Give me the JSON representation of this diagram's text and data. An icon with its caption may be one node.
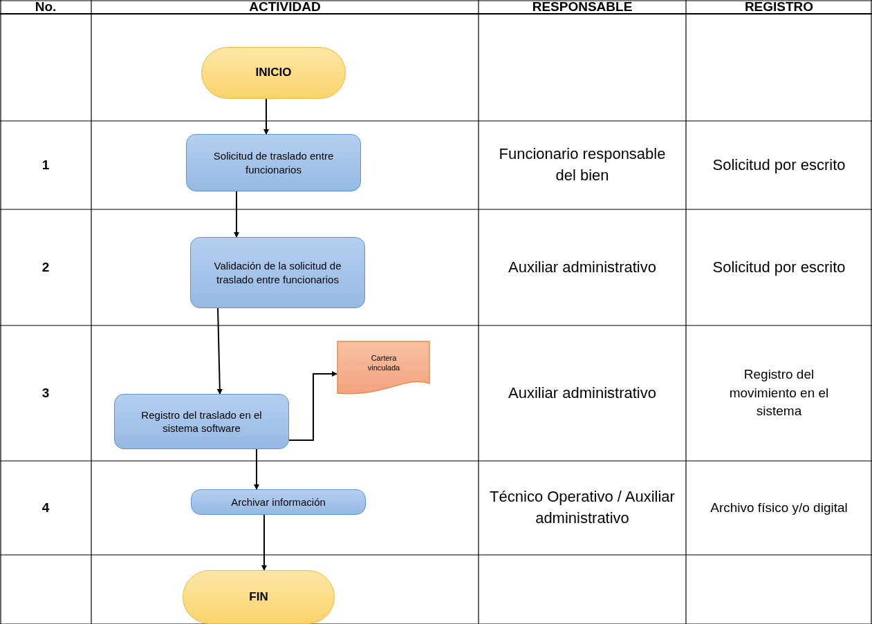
{
  "diagram": {
    "nodes": [
      {
        "text": [
          "INICIO"
        ]
      },
      {
        "text": [
          "Solicitud de traslado entre funcionarios"
        ]
      },
      {
        "text": [
          "Validación de la solicitud de traslado entre funcionarios"
        ]
      },
      {
        "text": [
          "Registro del traslado en el sistema software"
        ]
      },
      {
        "text": [
          "Cartera vinculada"
        ]
      },
      {
        "text": [
          "Archivar información"
        ]
      },
      {
        "text": [
          "FIN"
        ]
      }
    ],
    "edges": [
      {
        "from": 0,
        "to": 1,
        "arrow": "to"
      },
      {
        "from": 1,
        "to": 2,
        "arrow": "to"
      },
      {
        "from": 2,
        "to": 3,
        "arrow": "to"
      },
      {
        "from": 3,
        "to": 4,
        "arrow": "to"
      },
      {
        "from": 3,
        "to": 5,
        "arrow": "to"
      },
      {
        "from": 5,
        "to": 6,
        "arrow": "to"
      }
    ],
    "labels": [
      "No.",
      "ACTIVIDAD",
      "RESPONSABLE",
      "REGISTRO",
      "1",
      "Funcionario responsable del bien",
      "Solicitud por escrito",
      "2",
      "Auxiliar administrativo",
      "Solicitud por escrito",
      "3",
      "Auxiliar administrativo",
      "Registro del movimiento en el sistema",
      "4",
      "Técnico Operativo / Auxiliar administrativo",
      "Archivo físico y/o digital"
    ]
  }
}
